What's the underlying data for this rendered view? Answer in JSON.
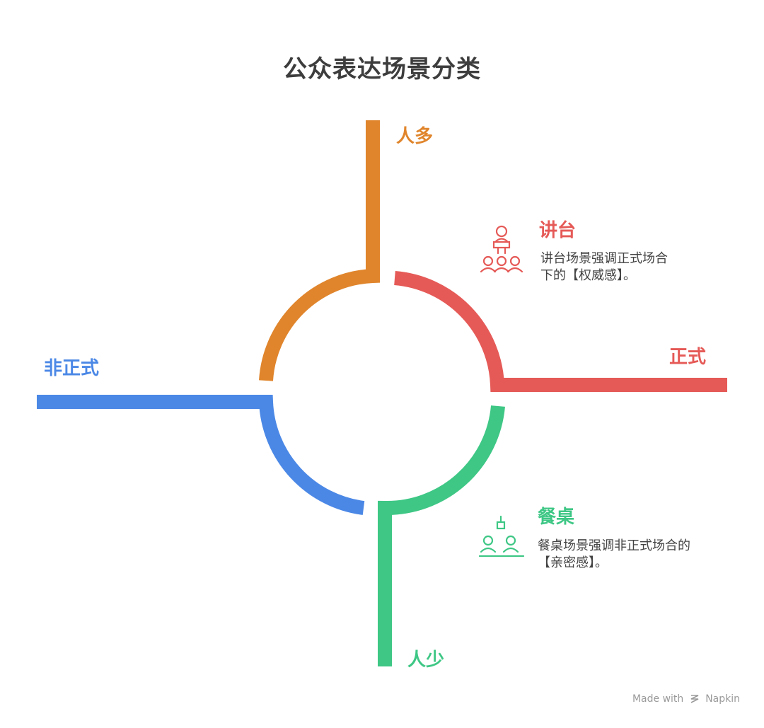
{
  "title": "公众表达场景分类",
  "axes": {
    "top": "人多",
    "bottom": "人少",
    "left": "非正式",
    "right": "正式"
  },
  "colors": {
    "top": "#e0852c",
    "right": "#e55a57",
    "bottom": "#3ec785",
    "left": "#4b88e6"
  },
  "quadrants": {
    "podium": {
      "title": "讲台",
      "desc_line1": "讲台场景强调正式场合",
      "desc_line2": "下的【权威感】。",
      "icon": "podium-audience-icon"
    },
    "dining_table": {
      "title": "餐桌",
      "desc_line1": "餐桌场景强调非正式场合的",
      "desc_line2": "【亲密感】。",
      "icon": "dining-table-people-icon"
    }
  },
  "footer": {
    "made_with": "Made with",
    "brand": "Napkin",
    "icon": "napkin-logo-icon"
  }
}
